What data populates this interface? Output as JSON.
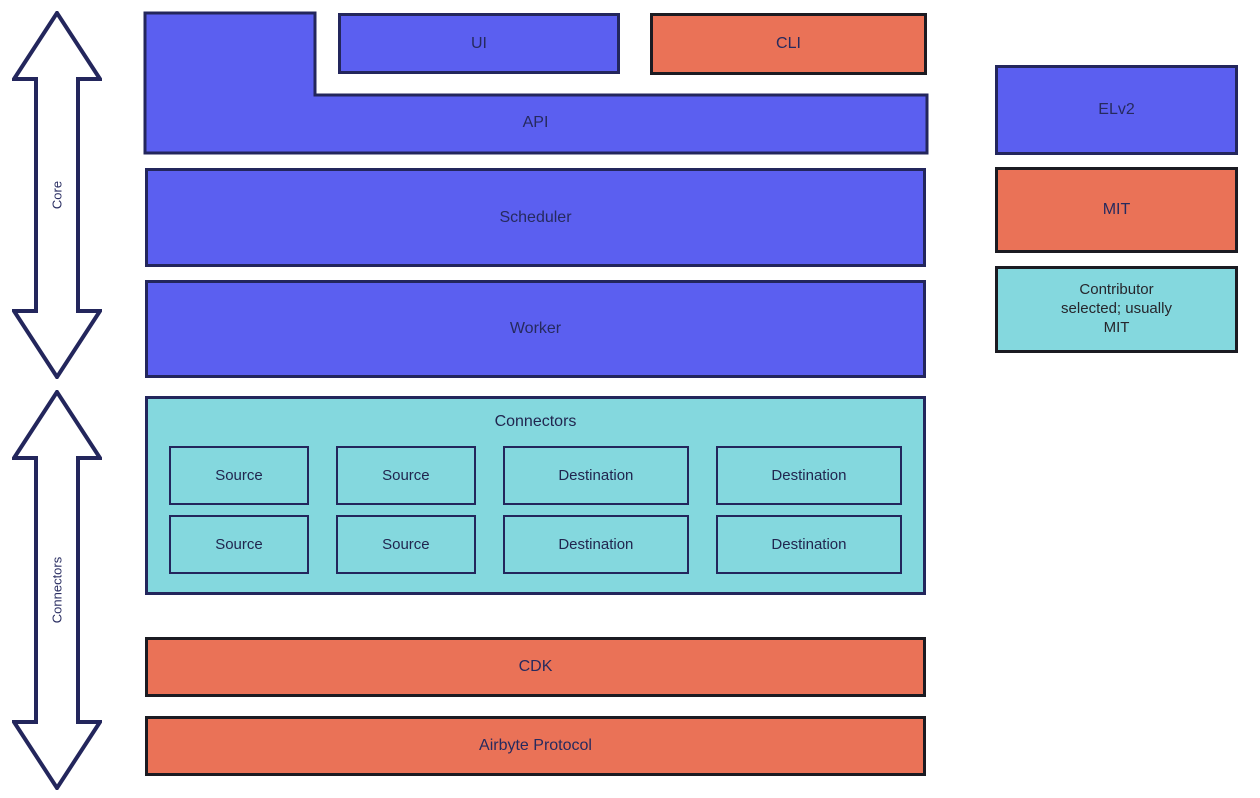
{
  "diagram": {
    "arrows": [
      {
        "label": "Core"
      },
      {
        "label": "Connectors"
      }
    ],
    "stack": {
      "ui": {
        "label": "UI"
      },
      "cli": {
        "label": "CLI"
      },
      "api": {
        "label": "API"
      },
      "scheduler": {
        "label": "Scheduler"
      },
      "worker": {
        "label": "Worker"
      },
      "connectors": {
        "title": "Connectors",
        "cells": [
          "Source",
          "Source",
          "Destination",
          "Destination",
          "Source",
          "Source",
          "Destination",
          "Destination"
        ]
      },
      "cdk": {
        "label": "CDK"
      },
      "protocol": {
        "label": "Airbyte Protocol"
      }
    },
    "legend": [
      {
        "label": "ELv2",
        "color": "#5b5ff0"
      },
      {
        "label": "MIT",
        "color": "#ea7257"
      },
      {
        "label": "Contributor selected; usually MIT",
        "color": "#84d8de"
      }
    ],
    "colors": {
      "elv2_blue": "#5b5ff0",
      "mit_orange": "#ea7257",
      "contributor_teal": "#84d8de",
      "outline_navy": "#23265c",
      "outline_dark": "#1b1b22",
      "text_navy": "#262a5e"
    }
  }
}
